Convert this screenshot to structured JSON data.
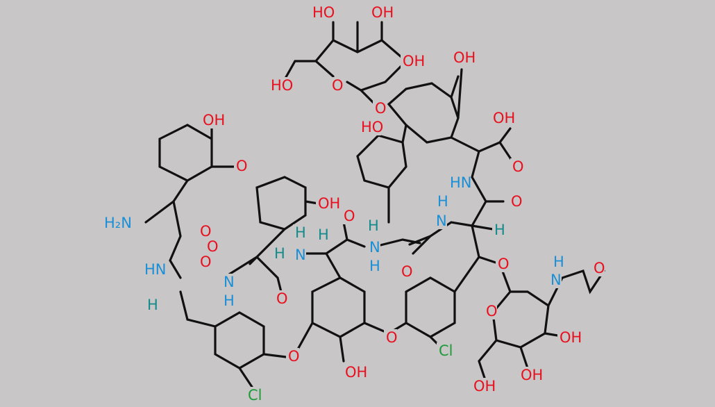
{
  "molecule": {
    "colors": {
      "background": "#c8c6c7",
      "bond": "#111111",
      "oxygen": "#e8101e",
      "nitrogen": "#1a8fd6",
      "chlorine": "#1f9a3a",
      "stereo_h": "#158a8a"
    },
    "labels": [
      {
        "id": "oh-sugar-top-left",
        "text": "HO",
        "el": "O"
      },
      {
        "id": "oh-sugar-top-right",
        "text": "OH",
        "el": "O"
      },
      {
        "id": "oh-sugar-right",
        "text": "OH",
        "el": "O"
      },
      {
        "id": "ho-sugar-ch2",
        "text": "HO",
        "el": "O"
      },
      {
        "id": "o-sugar-ring",
        "text": "O",
        "el": "O"
      },
      {
        "id": "o-glycoside",
        "text": "O",
        "el": "O"
      },
      {
        "id": "oh-ring-top",
        "text": "OH",
        "el": "O"
      },
      {
        "id": "ho-ring-mid",
        "text": "HO",
        "el": "O"
      },
      {
        "id": "cooh-oh",
        "text": "OH",
        "el": "O"
      },
      {
        "id": "cooh-o",
        "text": "O",
        "el": "O"
      },
      {
        "id": "nh-upper-right",
        "text": "HN",
        "el": "N"
      },
      {
        "id": "amide-o-upper-right",
        "text": "O",
        "el": "O"
      },
      {
        "id": "nh-right-h",
        "text": "H",
        "el": "N"
      },
      {
        "id": "nh-right-n",
        "text": "N",
        "el": "N"
      },
      {
        "id": "h-stereo-right",
        "text": "H",
        "el": "H"
      },
      {
        "id": "oh-left-top",
        "text": "OH",
        "el": "O"
      },
      {
        "id": "o-ether-left",
        "text": "O",
        "el": "O"
      },
      {
        "id": "oh-center-ring",
        "text": "OH",
        "el": "O"
      },
      {
        "id": "h-center-ring",
        "text": "H",
        "el": "H"
      },
      {
        "id": "o-amide-center-top",
        "text": "O",
        "el": "O"
      },
      {
        "id": "h-stereo-center",
        "text": "H",
        "el": "H"
      },
      {
        "id": "nh-center-right-n",
        "text": "N",
        "el": "N"
      },
      {
        "id": "nh-center-right-h",
        "text": "H",
        "el": "N"
      },
      {
        "id": "h-stereo-mid",
        "text": "H",
        "el": "H"
      },
      {
        "id": "o-amide-mid-right",
        "text": "O",
        "el": "O"
      },
      {
        "id": "h2n",
        "text": "H₂N",
        "el": "N"
      },
      {
        "id": "o-amide-left",
        "text": "O",
        "el": "O"
      },
      {
        "id": "o-amide-left2",
        "text": "O",
        "el": "O"
      },
      {
        "id": "h-stereo-left2",
        "text": "H",
        "el": "H"
      },
      {
        "id": "nh-center-n",
        "text": "N",
        "el": "N"
      },
      {
        "id": "hn-left",
        "text": "HN",
        "el": "N"
      },
      {
        "id": "o-amide-left3",
        "text": "O",
        "el": "O"
      },
      {
        "id": "nh-left-n",
        "text": "N",
        "el": "N"
      },
      {
        "id": "nh-left-h",
        "text": "H",
        "el": "N"
      },
      {
        "id": "o-amide-center-low",
        "text": "O",
        "el": "O"
      },
      {
        "id": "h-stereo-left",
        "text": "H",
        "el": "H"
      },
      {
        "id": "o-ether-low-right",
        "text": "O",
        "el": "O"
      },
      {
        "id": "o-ether-low-left",
        "text": "O",
        "el": "O"
      },
      {
        "id": "cl-right",
        "text": "Cl",
        "el": "Cl"
      },
      {
        "id": "cl-left",
        "text": "Cl",
        "el": "Cl"
      },
      {
        "id": "oh-bottom",
        "text": "OH",
        "el": "O"
      },
      {
        "id": "o-ether-right",
        "text": "O",
        "el": "O"
      },
      {
        "id": "nh-acetyl-h",
        "text": "H",
        "el": "N"
      },
      {
        "id": "nh-acetyl-n",
        "text": "N",
        "el": "N"
      },
      {
        "id": "o-acetyl",
        "text": "O",
        "el": "O"
      },
      {
        "id": "o-sugar2-ring",
        "text": "O",
        "el": "O"
      },
      {
        "id": "oh-sugar2-right",
        "text": "OH",
        "el": "O"
      },
      {
        "id": "oh-sugar2-bottom",
        "text": "OH",
        "el": "O"
      },
      {
        "id": "oh-sugar2-ch2",
        "text": "OH",
        "el": "O"
      }
    ]
  }
}
